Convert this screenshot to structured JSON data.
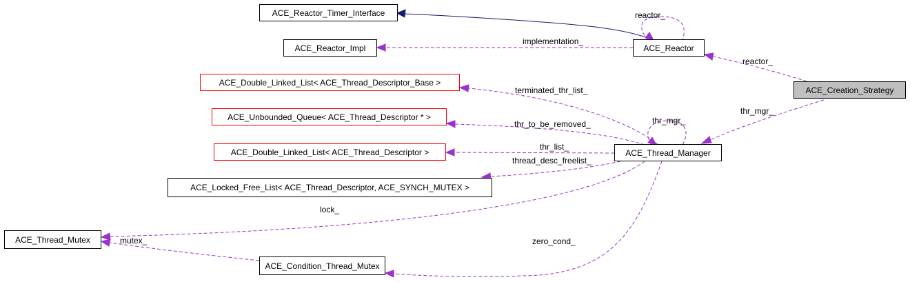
{
  "nodes": {
    "timer_interface": "ACE_Reactor_Timer_Interface",
    "reactor_impl": "ACE_Reactor_Impl",
    "reactor": "ACE_Reactor",
    "creation_strategy": "ACE_Creation_Strategy",
    "dll_thread_desc_base": "ACE_Double_Linked_List< ACE_Thread_Descriptor_Base >",
    "unbounded_queue": "ACE_Unbounded_Queue< ACE_Thread_Descriptor * >",
    "dll_thread_desc": "ACE_Double_Linked_List< ACE_Thread_Descriptor >",
    "thread_manager": "ACE_Thread_Manager",
    "locked_free_list": "ACE_Locked_Free_List< ACE_Thread_Descriptor, ACE_SYNCH_MUTEX >",
    "thread_mutex": "ACE_Thread_Mutex",
    "condition_thread_mutex": "ACE_Condition_Thread_Mutex"
  },
  "edges": {
    "reactor_self": "reactor_",
    "implementation": "implementation_",
    "reactor": "reactor_",
    "thr_mgr": "thr_mgr_",
    "thr_mgr_self": "thr_mgr_",
    "terminated_thr_list": "terminated_thr_list_",
    "thr_to_be_removed": "thr_to_be_removed_",
    "thr_list": "thr_list_",
    "thread_desc_freelist": "thread_desc_freelist_",
    "lock": "lock_",
    "mutex": "mutex_",
    "zero_cond": "zero_cond_"
  },
  "colors": {
    "usage_edge": "#9a32cd",
    "inheritance_edge": "#191970",
    "incomplete_node_border": "#ff0000",
    "root_node_fill": "#bfbfbf"
  }
}
